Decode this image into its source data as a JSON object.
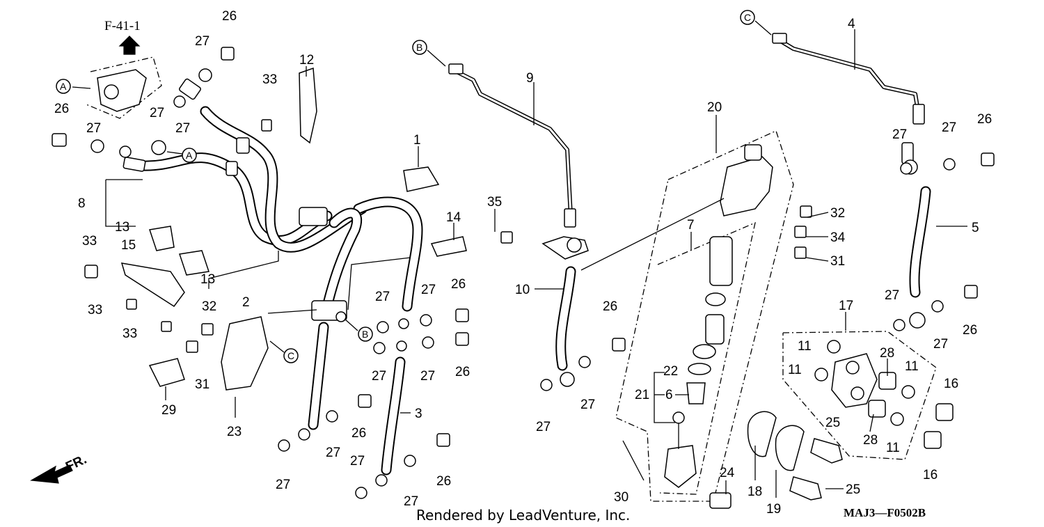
{
  "ref_code": "F-41-1",
  "diagram_code": "MAJ3—F0502B",
  "credit": "Rendered by LeadVenture, Inc.",
  "front_label": "FR.",
  "connectors": {
    "a": "A",
    "b": "B",
    "c": "C"
  },
  "callouts": {
    "c1": "1",
    "c2": "2",
    "c3": "3",
    "c4": "4",
    "c5": "5",
    "c6": "6",
    "c7": "7",
    "c8": "8",
    "c9": "9",
    "c10": "10",
    "c11": "11",
    "c12": "12",
    "c13": "13",
    "c14": "14",
    "c15": "15",
    "c16": "16",
    "c17": "17",
    "c18": "18",
    "c19": "19",
    "c20": "20",
    "c21": "21",
    "c22": "22",
    "c23": "23",
    "c24": "24",
    "c25": "25",
    "c26": "26",
    "c27": "27",
    "c28": "28",
    "c29": "29",
    "c30": "30",
    "c31": "31",
    "c32": "32",
    "c33": "33",
    "c34": "34",
    "c35": "35"
  }
}
